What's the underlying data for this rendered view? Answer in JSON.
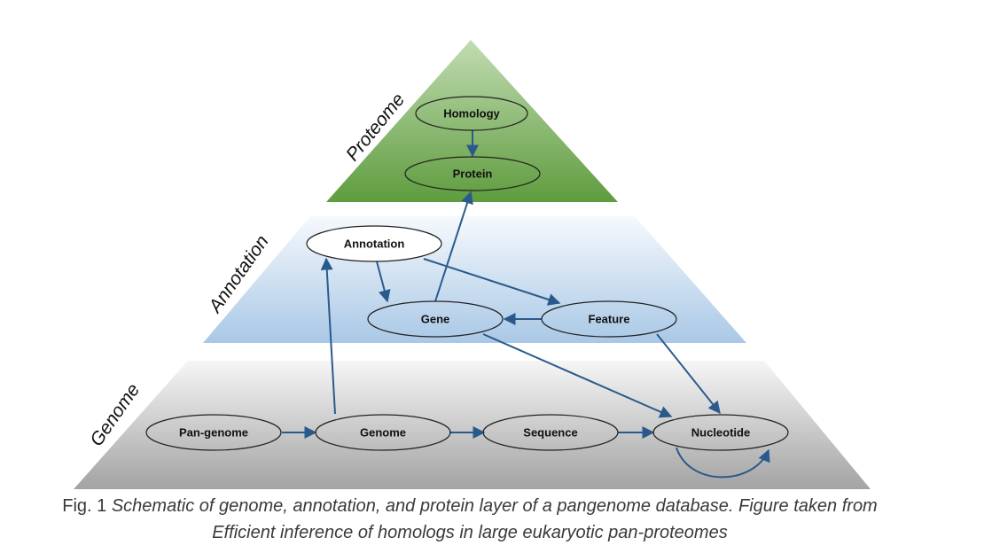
{
  "colors": {
    "arrow": "#2a5a8c",
    "proteome_top": "#b6d5a3",
    "proteome_bottom": "#5e9c3e",
    "annotation_top": "#f3f7fc",
    "annotation_bottom": "#aecbe8",
    "genome_top": "#f4f4f4",
    "genome_bottom": "#a6a6a6"
  },
  "layers": {
    "proteome": "Proteome",
    "annotation": "Annotation",
    "genome": "Genome"
  },
  "nodes": {
    "homology": "Homology",
    "protein": "Protein",
    "annotation": "Annotation",
    "gene": "Gene",
    "feature": "Feature",
    "pan_genome": "Pan-genome",
    "genome": "Genome",
    "sequence": "Sequence",
    "nucleotide": "Nucleotide"
  },
  "caption": {
    "prefix": "Fig. 1",
    "text_line1": "Schematic of genome, annotation, and protein layer of a pangenome database. Figure taken from",
    "text_line2": "Efficient inference of homologs in large eukaryotic pan-proteomes"
  }
}
